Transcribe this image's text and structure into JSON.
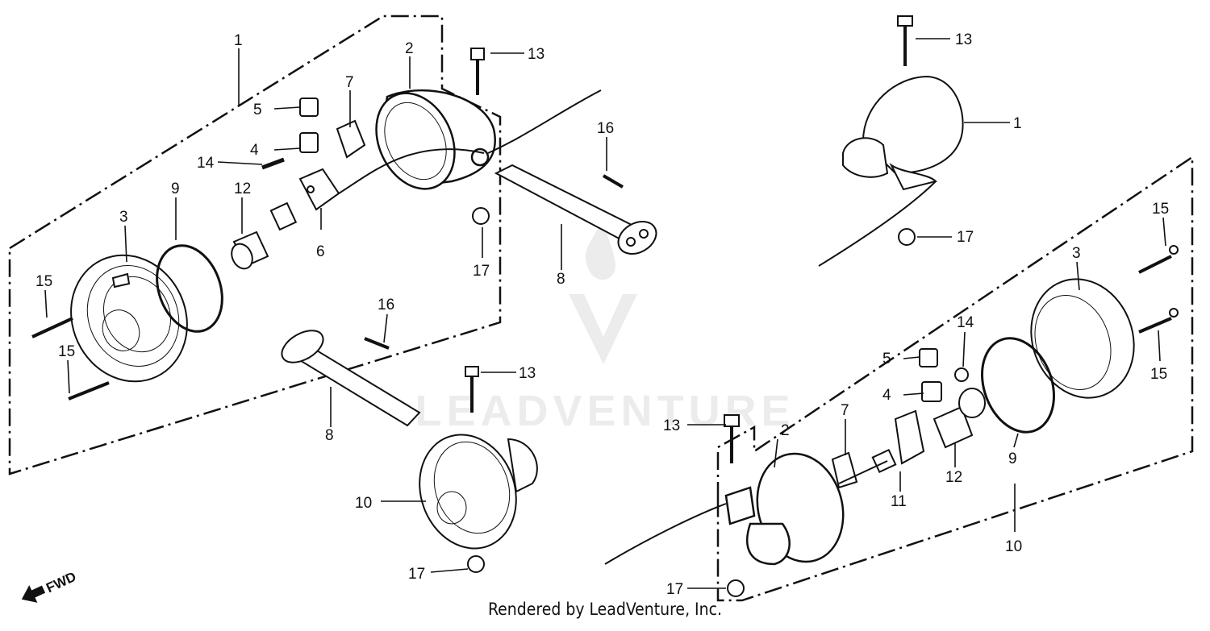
{
  "diagram": {
    "watermark": "LEADVENTURE",
    "direction_label": "FWD",
    "footer": "Rendered by LeadVenture, Inc.",
    "callouts": {
      "L1": "1",
      "L2": "2",
      "L3": "3",
      "L4": "4",
      "L5": "5",
      "L6": "6",
      "L7": "7",
      "L8a": "8",
      "L8b": "8",
      "L9": "9",
      "L10": "10",
      "L12": "12",
      "L13a": "13",
      "L13b": "13",
      "L14": "14",
      "L15a": "15",
      "L15b": "15",
      "L16a": "16",
      "L16b": "16",
      "L17a": "17",
      "L17b": "17",
      "R1": "1",
      "R2": "2",
      "R3": "3",
      "R4": "4",
      "R5": "5",
      "R7": "7",
      "R9": "9",
      "R10": "10",
      "R11": "11",
      "R12": "12",
      "R13a": "13",
      "R13b": "13",
      "R14": "14",
      "R15a": "15",
      "R15b": "15",
      "R17a": "17",
      "R17b": "17"
    }
  }
}
